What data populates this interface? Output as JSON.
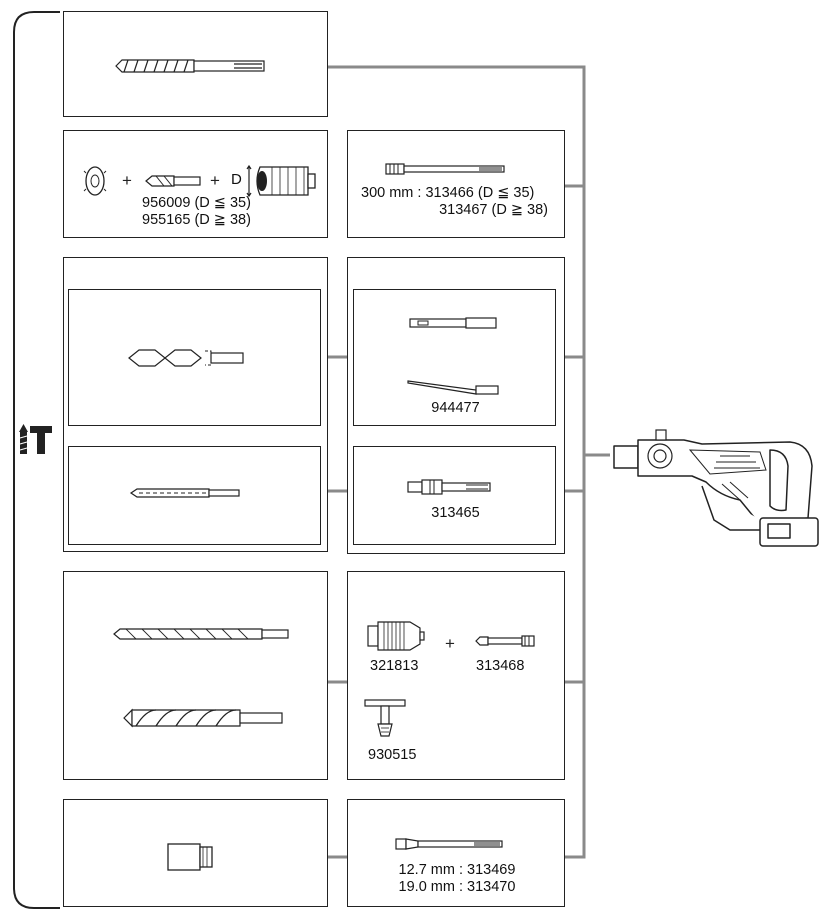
{
  "side_icon": "hammer-drill-mode-icon",
  "row2": {
    "left_letter": "D",
    "left_codes": [
      "956009 (D ≦ 35)",
      "955165 (D ≧ 38)"
    ],
    "right_prefix": "300 mm : ",
    "right_codes": [
      "313466 (D ≦ 35)",
      "313467 (D ≧ 38)"
    ]
  },
  "row3": {
    "right_top_code": "944477",
    "right_bottom_code": "313465"
  },
  "row4": {
    "chuck_code": "321813",
    "adapter_code": "313468",
    "key_code": "930515",
    "plus": "+"
  },
  "row5": {
    "lines": [
      "12.7 mm : 313469",
      "19.0 mm : 313470"
    ]
  },
  "connector_color": "#8a8a8a"
}
